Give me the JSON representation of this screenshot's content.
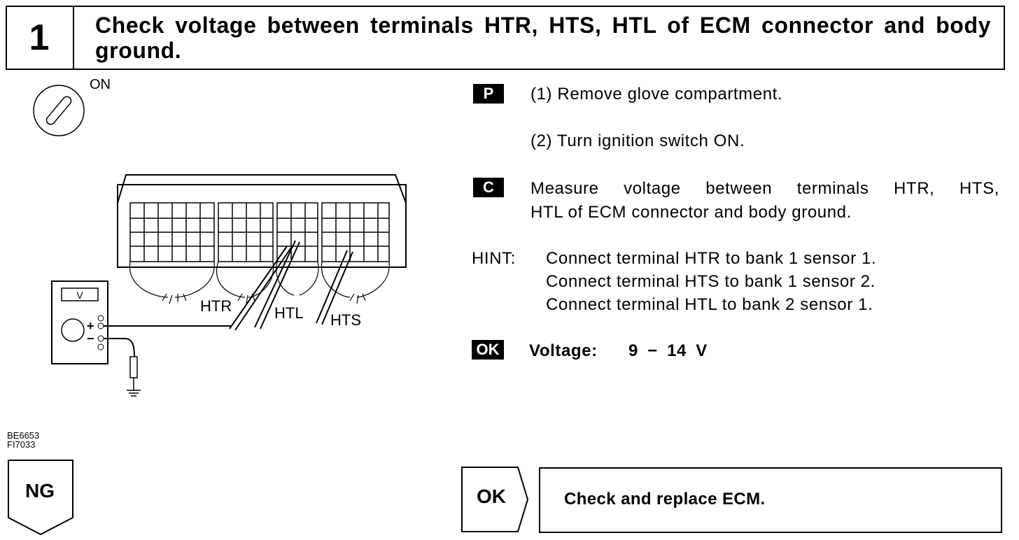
{
  "step": {
    "number": "1",
    "title": "Check voltage between terminals HTR, HTS, HTL of ECM connector and body ground."
  },
  "figure": {
    "ignition_label": "ON",
    "meter_label": "V",
    "plus": "+",
    "minus": "−",
    "terminal_htr": "HTR",
    "terminal_htl": "HTL",
    "terminal_hts": "HTS",
    "code_line1": "BE6653",
    "code_line2": "FI7033"
  },
  "procedure": {
    "p_badge": "P",
    "step1": "(1) Remove glove compartment.",
    "step2": "(2) Turn ignition switch ON.",
    "c_badge": "C",
    "measure_line1": "Measure voltage between terminals HTR, HTS,",
    "measure_line2": "HTL of ECM connector and body ground.",
    "hint_label": "HINT:",
    "hint1": "Connect terminal HTR to bank 1 sensor 1.",
    "hint2": "Connect terminal HTS to bank 1 sensor 2.",
    "hint3": "Connect terminal HTL to bank 2 sensor 1.",
    "ok_badge": "OK",
    "voltage_label": "Voltage:",
    "voltage_value": "9 − 14 V"
  },
  "results": {
    "ng_label": "NG",
    "ok_label": "OK",
    "ok_action": "Check and replace ECM."
  }
}
